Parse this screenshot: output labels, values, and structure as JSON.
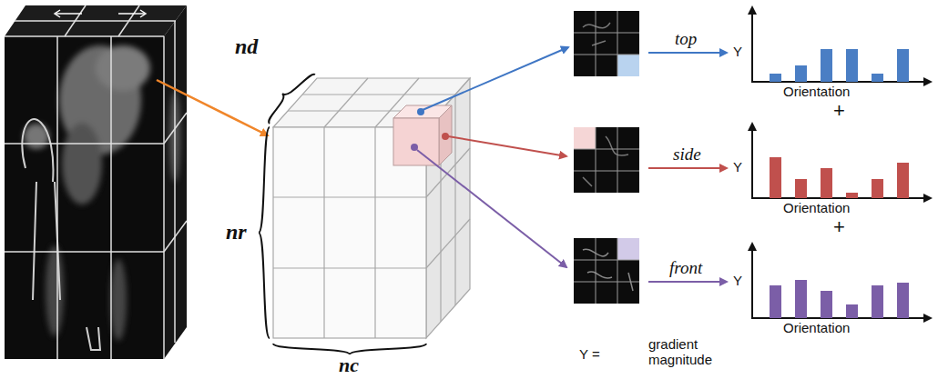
{
  "diagram": {
    "labels": [
      "nd",
      "nr",
      "nc",
      "top",
      "Y",
      "Orientation",
      "+",
      "side",
      "Y",
      "Orientation",
      "+",
      "front",
      "Y",
      "Orientation",
      "Y =",
      "gradient magnitude"
    ]
  }
}
